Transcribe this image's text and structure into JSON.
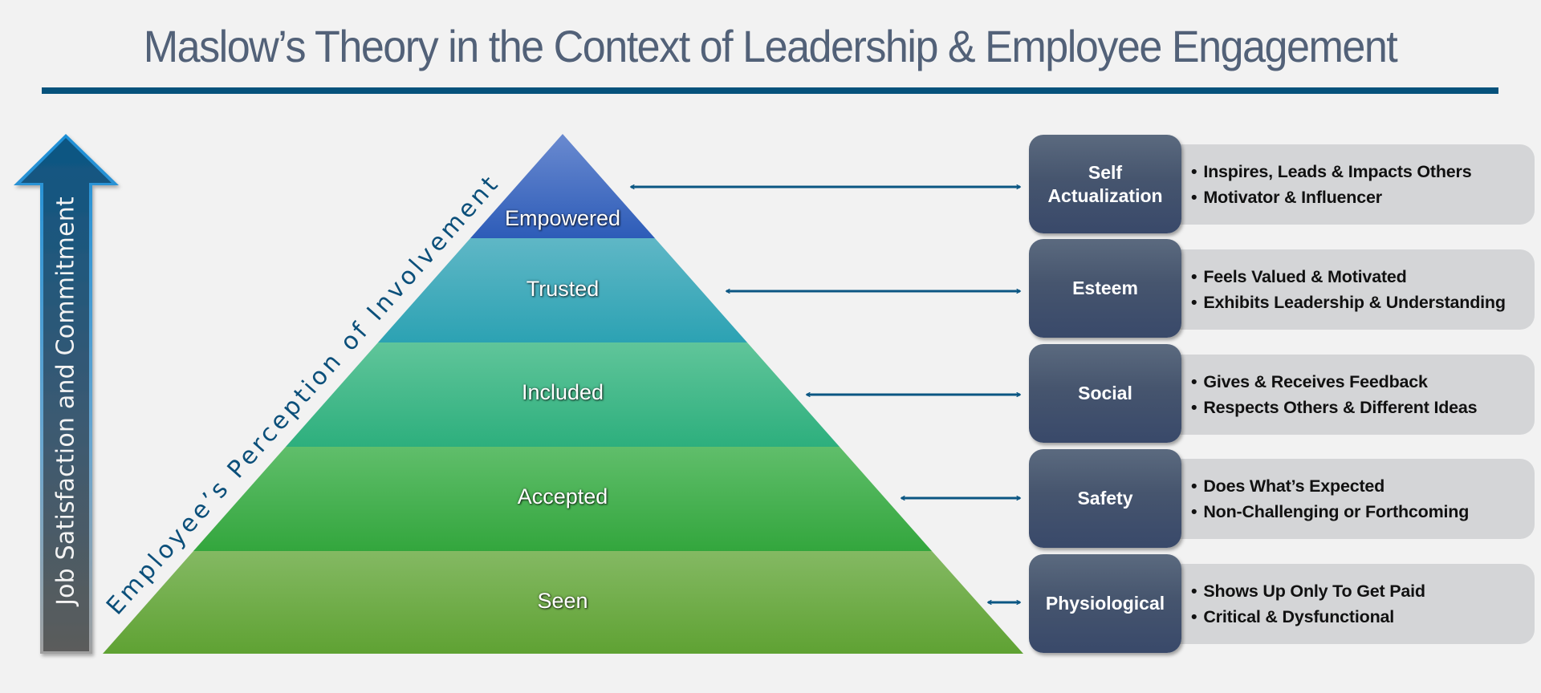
{
  "title": "Maslow’s Theory in the Context of Leadership & Employee Engagement",
  "vertical_arrow": {
    "label": "Job Satisfaction and Commitment",
    "icon": "up-arrow-icon"
  },
  "diagonal_label": "Employee’s Perception of Involvement",
  "pyramid": {
    "tiers": [
      {
        "label": "Empowered",
        "color_top": "#6583cb",
        "color_bottom": "#2f5fba"
      },
      {
        "label": "Trusted",
        "color_top": "#5eb6c6",
        "color_bottom": "#2ea3b4"
      },
      {
        "label": "Included",
        "color_top": "#5fc498",
        "color_bottom": "#2fb07e"
      },
      {
        "label": "Accepted",
        "color_top": "#60bd6a",
        "color_bottom": "#35a63e"
      },
      {
        "label": "Seen",
        "color_top": "#83b862",
        "color_bottom": "#60a334"
      }
    ]
  },
  "connector_icon": "double-headed-arrow-icon",
  "levels": [
    {
      "name": "Self Actualization",
      "name_lines": [
        "Self",
        "Actualization"
      ],
      "bullets": [
        "Inspires, Leads & Impacts Others",
        "Motivator & Influencer"
      ]
    },
    {
      "name": "Esteem",
      "name_lines": [
        "Esteem"
      ],
      "bullets": [
        "Feels Valued & Motivated",
        "Exhibits Leadership & Understanding"
      ]
    },
    {
      "name": "Social",
      "name_lines": [
        "Social"
      ],
      "bullets": [
        "Gives & Receives Feedback",
        "Respects Others & Different Ideas"
      ]
    },
    {
      "name": "Safety",
      "name_lines": [
        "Safety"
      ],
      "bullets": [
        "Does What’s Expected",
        "Non-Challenging or Forthcoming"
      ]
    },
    {
      "name": "Physiological",
      "name_lines": [
        "Physiological"
      ],
      "bullets": [
        "Shows Up Only To Get Paid",
        "Critical & Dysfunctional"
      ]
    }
  ],
  "bullet_glyph": "•",
  "colors": {
    "title": "#526178",
    "rule": "#06527c",
    "connector": "#0b5683",
    "level_box": "#46556e",
    "desc_box": "#d4d5d7"
  }
}
